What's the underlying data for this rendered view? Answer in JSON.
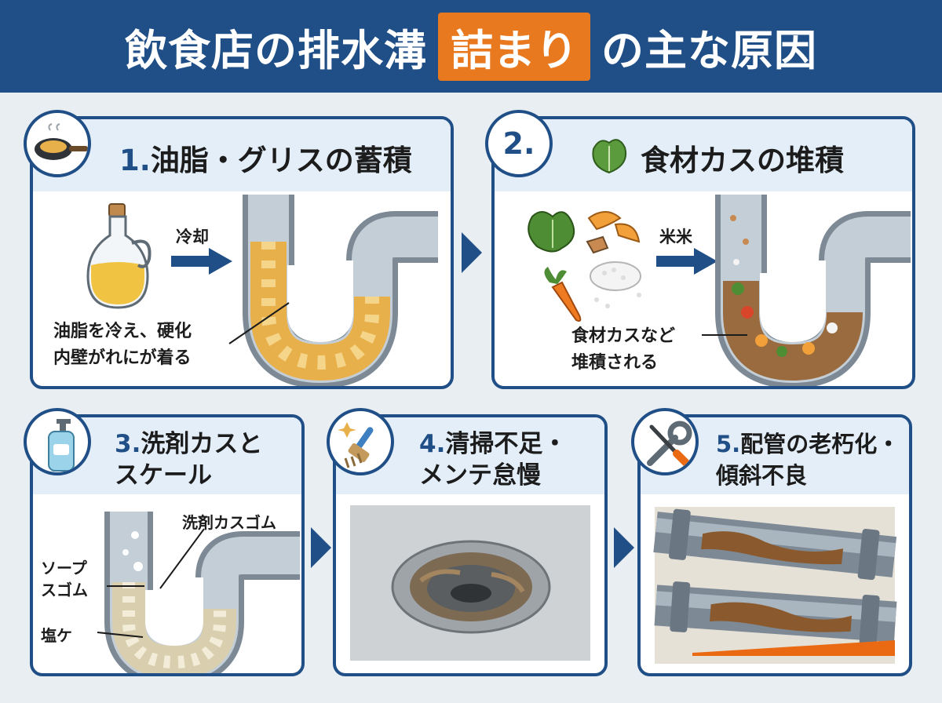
{
  "header": {
    "title_before": "飲食店の排水溝",
    "title_highlight": "詰まり",
    "title_after": "の主な原因"
  },
  "cards": [
    {
      "number": "1.",
      "title": "油脂・グリスの蓄積",
      "arrow_label": "冷却",
      "caption_line1": "油脂を冷え、硬化",
      "caption_line2": "内壁がれにが着る"
    },
    {
      "number": "2.",
      "title": "食材カスの堆積",
      "arrow_label": "米米",
      "caption_line1": "食材カスなど",
      "caption_line2": "堆積される"
    },
    {
      "number": "3.",
      "title_line1": "洗剤カスと",
      "title_line2": "スケール",
      "label_top": "洗剤カスゴム",
      "label_mid_line1": "ソープ",
      "label_mid_line2": "スゴム",
      "label_bottom": "塩ケ"
    },
    {
      "number": "4.",
      "title_line1": "清掃不足・",
      "title_line2": "メンテ怠慢"
    },
    {
      "number": "5.",
      "title_line1": "配管の老朽化・",
      "title_line2": "傾斜不良"
    }
  ],
  "colors": {
    "navy": "#1f4f86",
    "orange": "#e8791f",
    "grease": "#e8b04a",
    "pipe": "#8d9aa6"
  },
  "icons": [
    "frying-pan-icon",
    "lettuce-icon",
    "soap-bottle-icon",
    "brush-icon",
    "wrench-screwdriver-icon"
  ]
}
